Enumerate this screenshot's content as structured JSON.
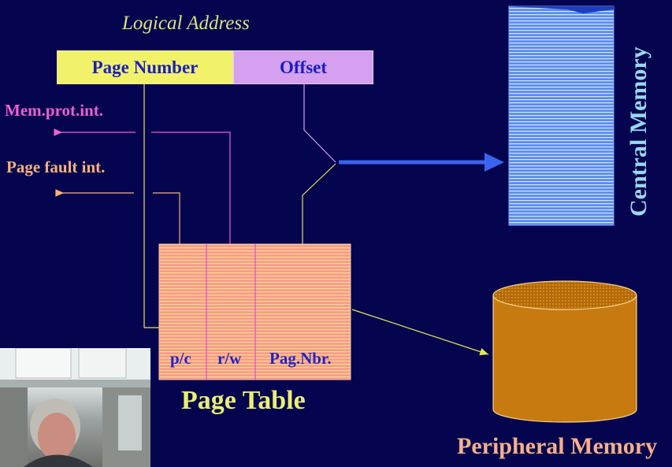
{
  "diagram": {
    "logical_address_label": "Logical Address",
    "page_number_label": "Page Number",
    "offset_label": "Offset",
    "mem_prot_int_label": "Mem.prot.int.",
    "page_fault_int_label": "Page fault int.",
    "page_table_label": "Page Table",
    "page_table_columns": [
      "p/c",
      "r/w",
      "Pag.Nbr."
    ],
    "central_memory_label": "Central Memory",
    "peripheral_memory_label": "Peripheral Memory"
  },
  "colors": {
    "background": "#05044f",
    "page_number_fill": "#f2f26a",
    "offset_fill": "#d5a0ef",
    "central_memory_fill": "#5a8cf0",
    "page_table_fill": "#f79b8c",
    "peripheral_memory_fill": "#c77a10",
    "arrow_blue": "#3a63ef"
  },
  "webcam": {
    "present": true
  }
}
